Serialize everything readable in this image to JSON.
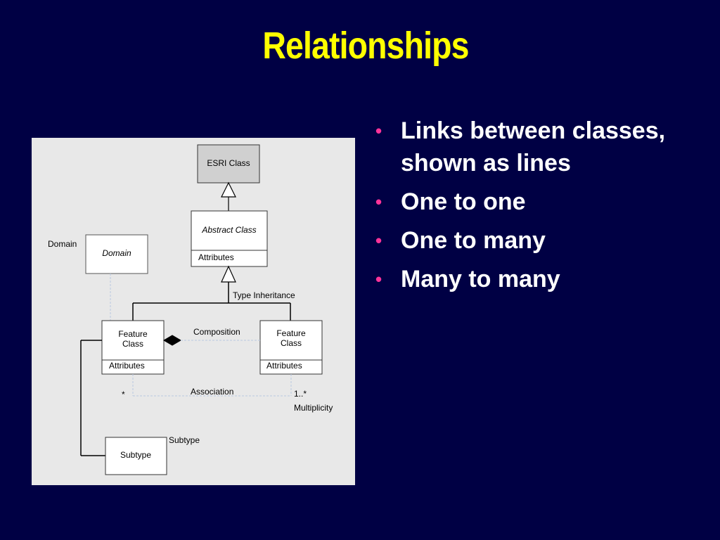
{
  "slide": {
    "title": "Relationships",
    "bullets": [
      "Links between classes, shown as lines",
      "One to one",
      "One to many",
      "Many to many"
    ],
    "bullet_marker": "•",
    "colors": {
      "background": "#000044",
      "title": "#ffff00",
      "bullet_text": "#ffffff",
      "bullet_marker": "#ff3399"
    }
  },
  "diagram": {
    "esri_class": "ESRI Class",
    "abstract_class": "Abstract Class",
    "attributes": "Attributes",
    "domain_label": "Domain",
    "domain_box": "Domain",
    "type_inheritance": "Type Inheritance",
    "feature_class_line1": "Feature",
    "feature_class_line2": "Class",
    "composition": "Composition",
    "association": "Association",
    "multiplicity_star": "*",
    "multiplicity_one_many": "1..*",
    "multiplicity_label": "Multiplicity",
    "subtype_label": "Subtype",
    "subtype_box": "Subtype"
  }
}
